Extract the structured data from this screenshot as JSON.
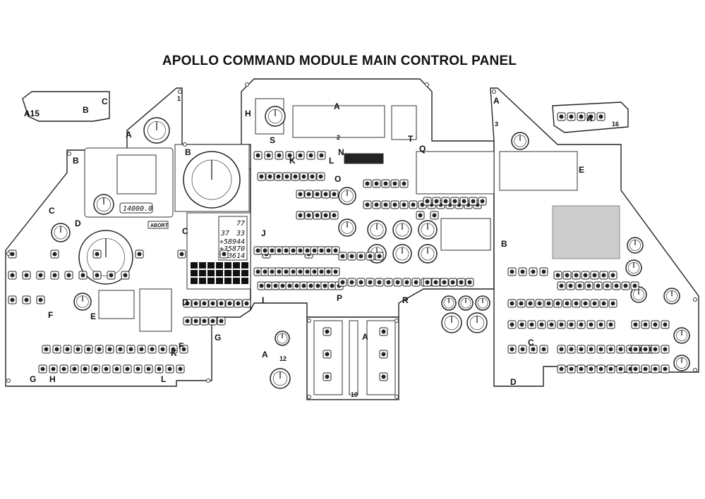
{
  "title": "APOLLO COMMAND MODULE MAIN CONTROL PANEL",
  "labels": {
    "a15": "A15",
    "b_small": "B",
    "c_small": "C",
    "a_left": "A",
    "p1": "1",
    "b_left": "B",
    "c_left": "C",
    "d_left": "D",
    "e_left": "E",
    "f_left": "F",
    "g_left": "G",
    "h_left": "H",
    "l_left": "L",
    "k_left": "K",
    "b_c2": "B",
    "c_c2": "C",
    "d_c2": "D",
    "f_c2": "F",
    "g_c2": "G",
    "h_top": "H",
    "s_top": "S",
    "a_top": "A",
    "t_top": "T",
    "n_top": "N",
    "q_top": "Q",
    "k_top": "K",
    "l_top": "L",
    "o_top": "O",
    "j_top": "J",
    "i_top": "I",
    "p_top": "P",
    "r_top": "R",
    "a_ped1": "A",
    "p12": "12",
    "a_ped2": "A",
    "p10": "10",
    "a_right": "A",
    "p3": "3",
    "a_right2": "A",
    "p16": "16",
    "e_right": "E",
    "b_right": "B",
    "c_right": "C",
    "d_right": "D",
    "p2": "2"
  },
  "fdai_altitude": "14000.0",
  "abort_label": "ABORT",
  "dsky": {
    "prog": "77",
    "verb": "37",
    "noun": "33",
    "r1": "+58944",
    "r2": "+35870",
    "r3": "-83614"
  }
}
